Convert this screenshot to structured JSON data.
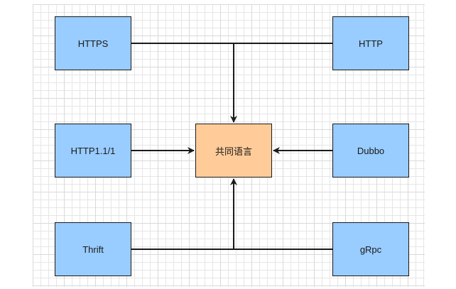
{
  "diagram": {
    "nodes": {
      "https": "HTTPS",
      "http": "HTTP",
      "http11": "HTTP1.1/1",
      "center": "共同语言",
      "dubbo": "Dubbo",
      "thrift": "Thrift",
      "grpc": "gRpc"
    },
    "edges": [
      {
        "from": "https",
        "to": "center"
      },
      {
        "from": "http",
        "to": "center"
      },
      {
        "from": "http11",
        "to": "center"
      },
      {
        "from": "dubbo",
        "to": "center"
      },
      {
        "from": "thrift",
        "to": "center"
      },
      {
        "from": "grpc",
        "to": "center"
      }
    ],
    "colors": {
      "node_fill": "#99ccff",
      "center_fill": "#ffcc99",
      "stroke": "#1a1a1a"
    }
  }
}
